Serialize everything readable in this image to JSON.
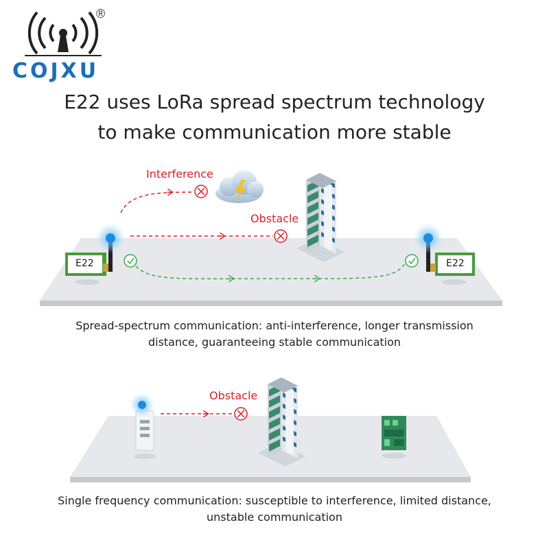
{
  "brand": {
    "name": "COJXU",
    "registered_mark": "®",
    "color": "#1d6fb8"
  },
  "headline": {
    "line1": "E22 uses LoRa spread spectrum technology",
    "line2": "to make communication more stable"
  },
  "top_scene": {
    "left_module_label": "E22",
    "right_module_label": "E22",
    "interference_label": "Interference",
    "obstacle_label": "Obstacle",
    "caption_line1": "Spread-spectrum communication: anti-interference, longer transmission",
    "caption_line2": "distance, guaranteeing stable communication"
  },
  "bottom_scene": {
    "obstacle_label": "Obstacle",
    "caption_line1": "Single frequency communication: susceptible to interference, limited distance,",
    "caption_line2": "unstable communication"
  },
  "colors": {
    "blocked": "#d61f28",
    "success": "#3aa84a",
    "signal": "#1d8be0",
    "module_green": "#4b9a3a",
    "platform": "#e6e8eb"
  },
  "icons": [
    "wifi-signal-icon",
    "cloud-lightning-icon",
    "building-icon",
    "cross-circle-icon",
    "check-circle-icon",
    "remote-control-icon",
    "circuit-board-icon"
  ]
}
